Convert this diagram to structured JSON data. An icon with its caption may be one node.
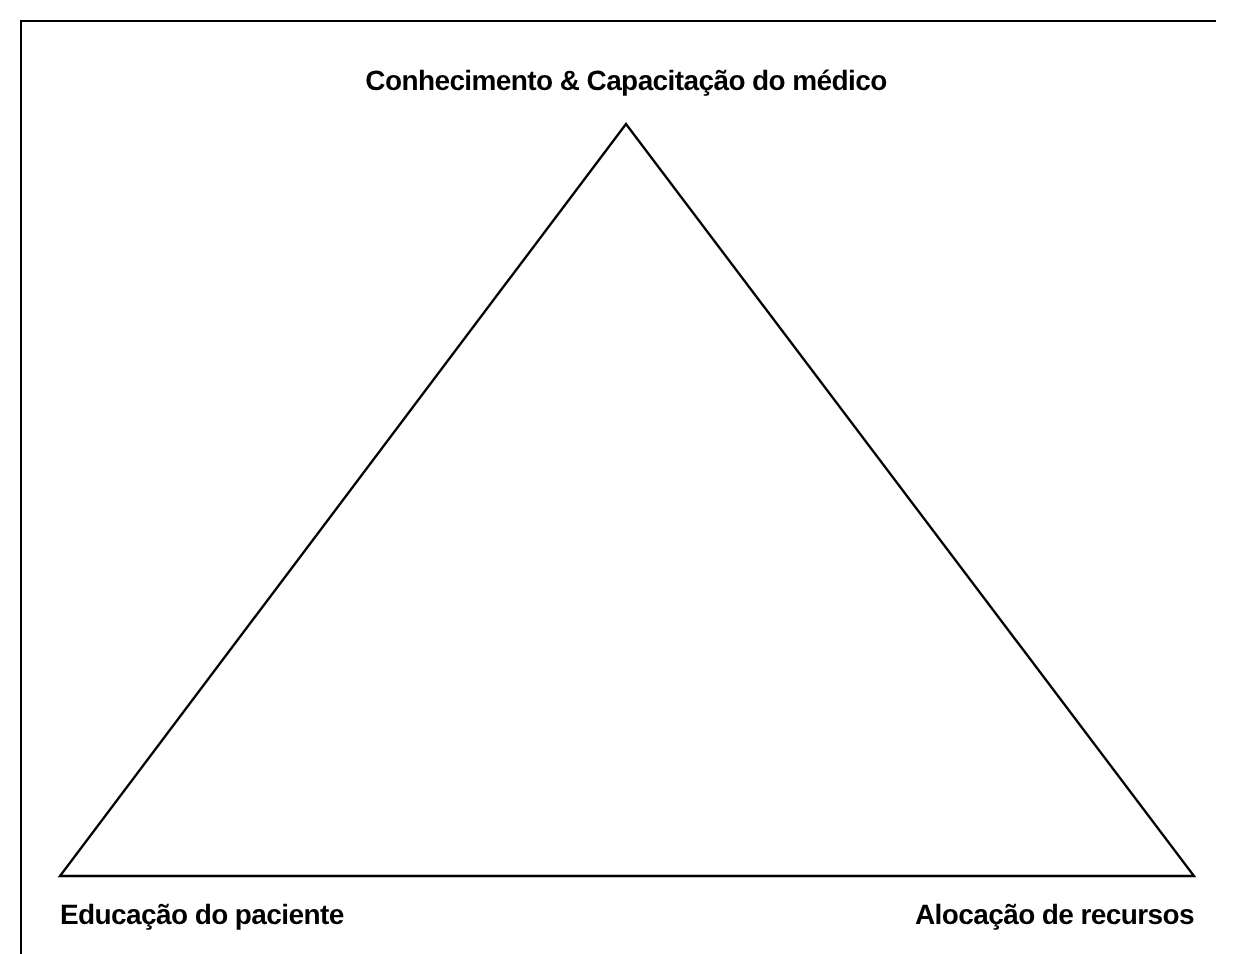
{
  "diagram": {
    "labels": [
      "Conhecimento & Capacitação do médico",
      "Educação do paciente",
      "Alocação de recursos"
    ]
  }
}
